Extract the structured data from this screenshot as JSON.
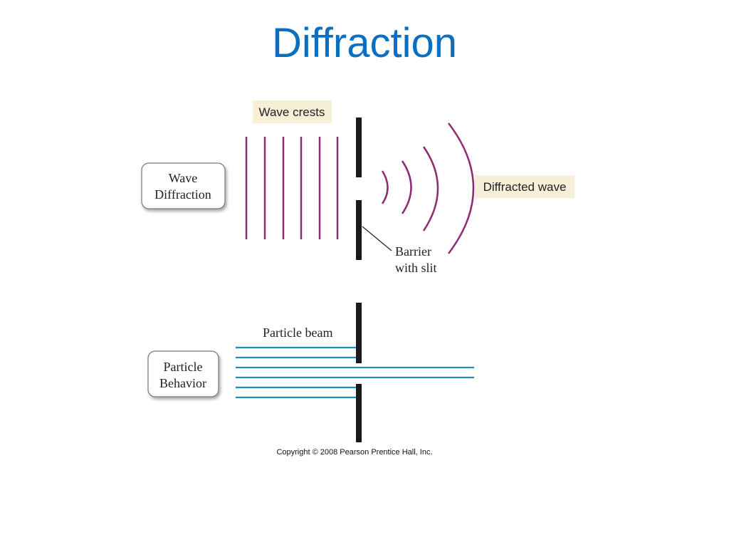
{
  "title": "Diffraction",
  "wave_section": {
    "box_label_line1": "Wave",
    "box_label_line2": "Diffraction",
    "crests_label": "Wave crests",
    "diffracted_label": "Diffracted wave",
    "barrier_label_line1": "Barrier",
    "barrier_label_line2": "with slit"
  },
  "particle_section": {
    "box_label_line1": "Particle",
    "box_label_line2": "Behavior",
    "beam_label": "Particle beam"
  },
  "copyright": "Copyright © 2008 Pearson Prentice Hall, Inc.",
  "colors": {
    "title": "#0B6FC1",
    "wave": "#8E2B73",
    "beam": "#1E90B8",
    "barrier": "#1a1a1a",
    "label_bg": "#F7EFD6"
  }
}
